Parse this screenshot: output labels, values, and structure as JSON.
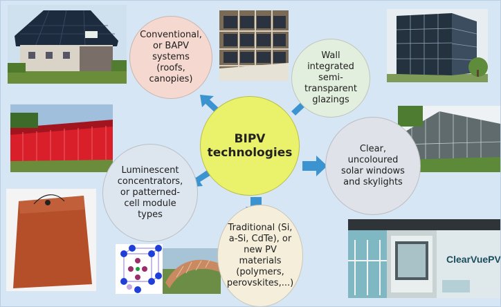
{
  "diagram": {
    "center": "BIPV\ntechnologies",
    "nodes": {
      "top_left": "Conventional,\nor BAPV\nsystems\n(roofs,\ncanopies)",
      "top_right": "Wall\nintegrated\nsemi-\ntransparent\nglazings",
      "right": "Clear,\nuncoloured\nsolar windows\nand skylights",
      "bottom": "Traditional (Si,\na-Si, CdTe), or\nnew PV\nmaterials\n(polymers,\nperovskites,...)",
      "left": "Luminescent\nconcentrators,\nor patterned-\ncell module\ntypes"
    },
    "photo_text": {
      "window_brand": "ClearVuePV"
    }
  },
  "colors": {
    "background": "#d7e6f4",
    "center": "#eaf26b",
    "arrows": "#3b93cf"
  }
}
